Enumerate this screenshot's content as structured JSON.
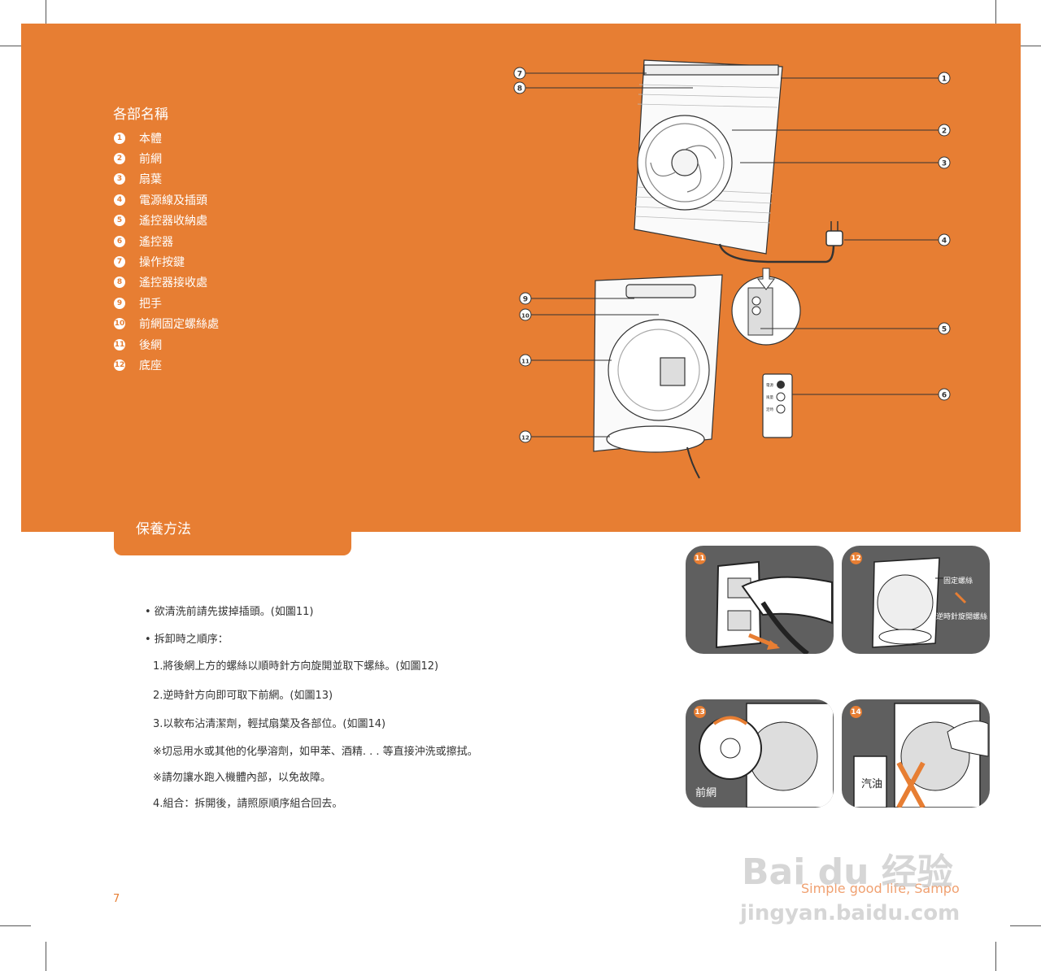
{
  "parts_section": {
    "title": "各部名稱",
    "items": [
      {
        "num": "1",
        "label": "本體"
      },
      {
        "num": "2",
        "label": "前網"
      },
      {
        "num": "3",
        "label": "扇葉"
      },
      {
        "num": "4",
        "label": "電源線及插頭"
      },
      {
        "num": "5",
        "label": "遙控器收納處"
      },
      {
        "num": "6",
        "label": "遙控器"
      },
      {
        "num": "7",
        "label": "操作按鍵"
      },
      {
        "num": "8",
        "label": "遙控器接收處"
      },
      {
        "num": "9",
        "label": "把手"
      },
      {
        "num": "10",
        "label": "前網固定螺絲處"
      },
      {
        "num": "11",
        "label": "後網"
      },
      {
        "num": "12",
        "label": "底座"
      }
    ]
  },
  "diagram_callouts": [
    "1",
    "2",
    "3",
    "4",
    "5",
    "6",
    "7",
    "8",
    "9",
    "10",
    "11",
    "12"
  ],
  "remote_labels": [
    "電源",
    "風量",
    "定時"
  ],
  "care_section": {
    "title": "保養方法",
    "lines": [
      "• 欲清洗前請先拔掉插頭。(如圖11)",
      "• 拆卸時之順序：",
      "1.將後網上方的螺絲以順時針方向旋開並取下螺絲。(如圖12)",
      "2.逆時針方向即可取下前網。(如圖13)",
      "3.以軟布沾清潔劑，輕拭扇葉及各部位。(如圖14)",
      "※切忌用水或其他的化學溶劑，如甲苯、酒精. . . 等直接沖洗或擦拭。",
      "※請勿讓水跑入機體內部，以免故障。",
      "4.組合：拆開後，請照原順序組合回去。"
    ]
  },
  "figures": [
    {
      "num": "11"
    },
    {
      "num": "12",
      "label_a": "固定螺絲",
      "label_b": "逆時針旋開螺絲"
    },
    {
      "num": "13",
      "label": "前網"
    },
    {
      "num": "14",
      "label": "汽油"
    }
  ],
  "page_number": "7",
  "slogan": "Simple good life, Sampo",
  "watermark": {
    "brand": "Bai du 经验",
    "url": "jingyan.baidu.com"
  }
}
